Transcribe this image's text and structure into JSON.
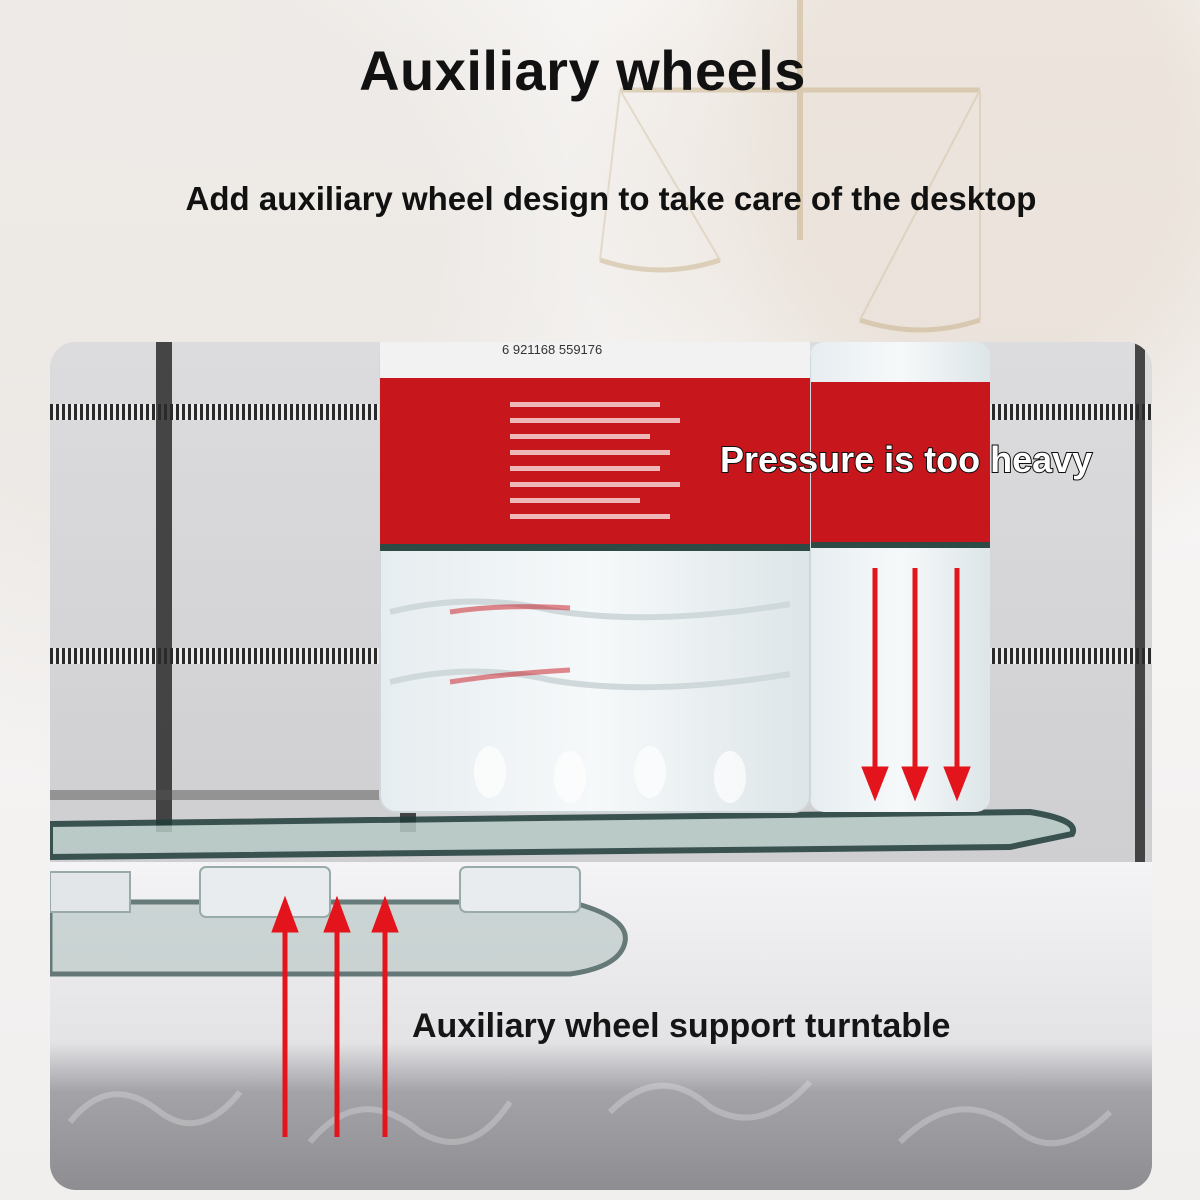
{
  "heading": {
    "title": "Auxiliary wheels",
    "subtitle": "Add auxiliary wheel design to take care of the desktop"
  },
  "photo": {
    "barcode_text": "6 921168 559176",
    "callout_top": "Pressure is too heavy",
    "callout_bottom": "Auxiliary wheel support turntable"
  },
  "colors": {
    "arrow": "#e3141b",
    "label_red": "#c8161d",
    "tablecloth": "#8f8f94",
    "glass_edge": "#1f3d3a"
  }
}
